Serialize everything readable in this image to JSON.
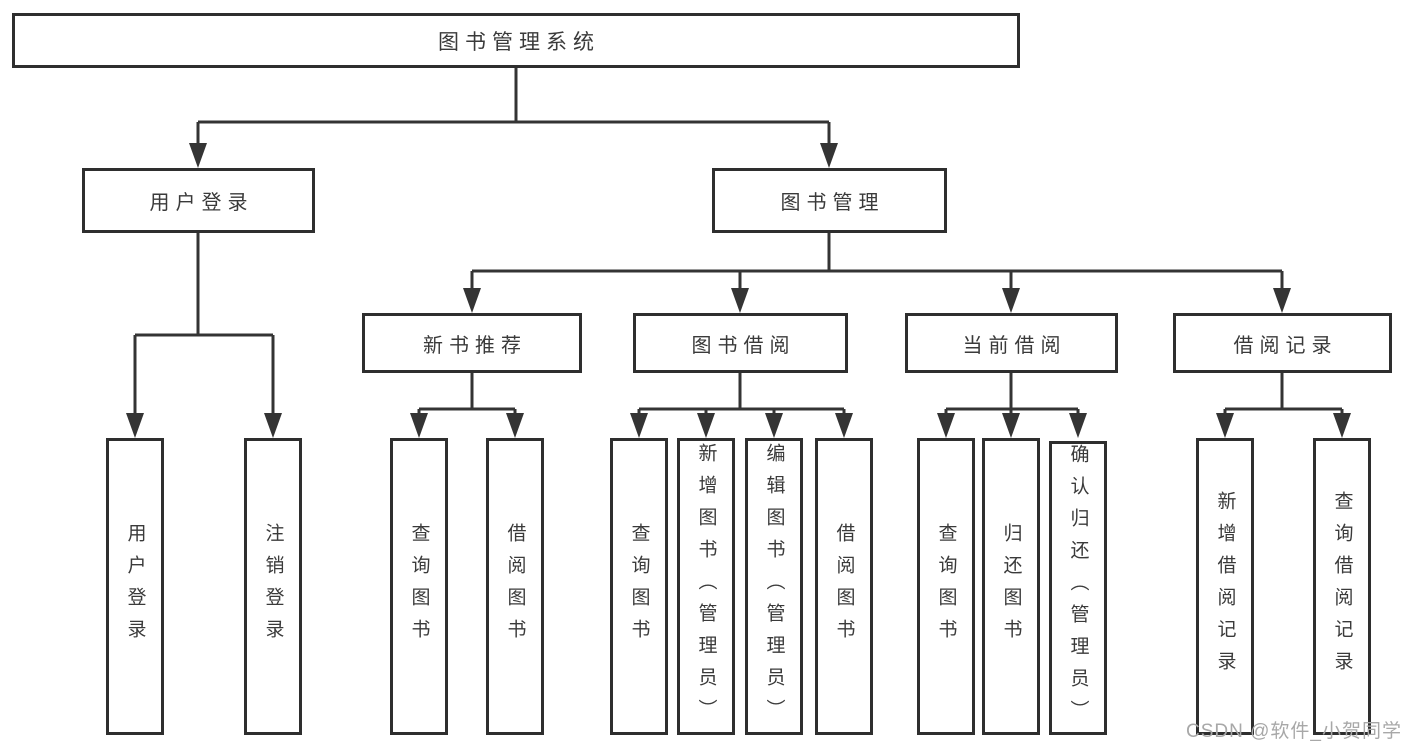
{
  "colors": {
    "line": "#343434",
    "border": "#2e2e2e",
    "text": "#3a3a3a",
    "watermark": "#a8a8a8",
    "background": "#ffffff"
  },
  "tree": {
    "label": "图书管理系统",
    "children": [
      {
        "label": "用户登录",
        "children": [
          {
            "label": "用户登录"
          },
          {
            "label": "注销登录"
          }
        ]
      },
      {
        "label": "图书管理",
        "children": [
          {
            "label": "新书推荐",
            "children": [
              {
                "label": "查询图书"
              },
              {
                "label": "借阅图书"
              }
            ]
          },
          {
            "label": "图书借阅",
            "children": [
              {
                "label": "查询图书"
              },
              {
                "label": "新增图书（管理员）"
              },
              {
                "label": "编辑图书（管理员）"
              },
              {
                "label": "借阅图书"
              }
            ]
          },
          {
            "label": "当前借阅",
            "children": [
              {
                "label": "查询图书"
              },
              {
                "label": "归还图书"
              },
              {
                "label": "确认归还（管理员）"
              }
            ]
          },
          {
            "label": "借阅记录",
            "children": [
              {
                "label": "新增借阅记录"
              },
              {
                "label": "查询借阅记录"
              }
            ]
          }
        ]
      }
    ]
  },
  "watermark": {
    "text": "CSDN @软件_小贺同学"
  }
}
